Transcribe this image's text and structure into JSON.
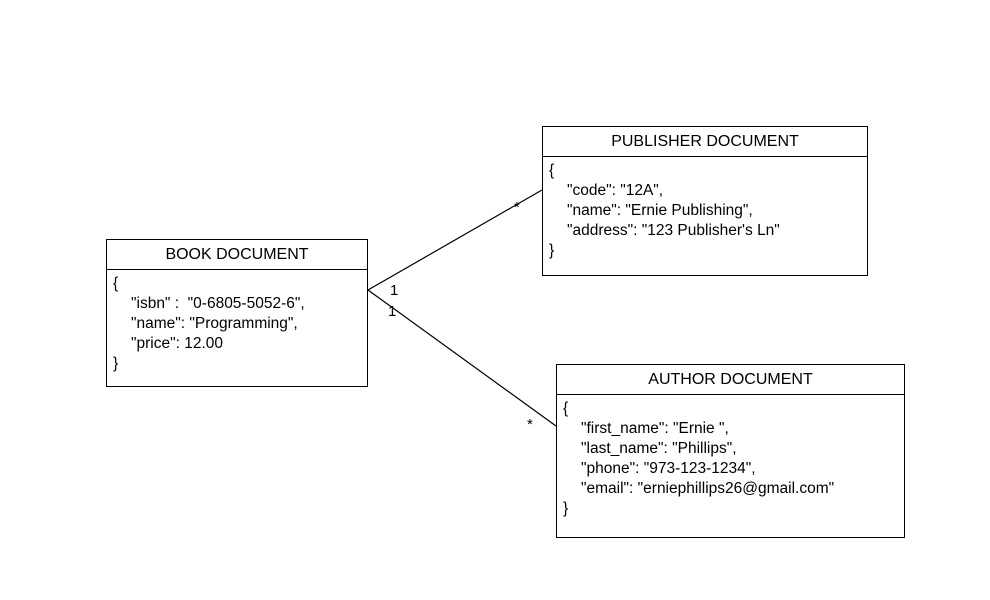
{
  "book": {
    "title": "BOOK DOCUMENT",
    "open": "{",
    "fields": [
      "\"isbn\" :  \"0-6805-5052-6\",",
      "\"name\": \"Programming\",",
      "\"price\": 12.00"
    ],
    "close": "}"
  },
  "publisher": {
    "title": "PUBLISHER DOCUMENT",
    "open": "{",
    "fields": [
      "\"code\": \"12A\",",
      "\"name\": \"Ernie Publishing\",",
      "\"address\": \"123 Publisher's Ln\""
    ],
    "close": "}"
  },
  "author": {
    "title": "AUTHOR DOCUMENT",
    "open": "{",
    "fields": [
      "\"first_name\": \"Ernie \",",
      "\"last_name\": \"Phillips\",",
      "\"phone\": \"973-123-1234\",",
      "\"email\": \"erniephillips26@gmail.com\""
    ],
    "close": "}"
  },
  "relations": {
    "book_publisher": {
      "book_end": "1",
      "publisher_end": "*"
    },
    "book_author": {
      "book_end": "1",
      "author_end": "*"
    }
  }
}
